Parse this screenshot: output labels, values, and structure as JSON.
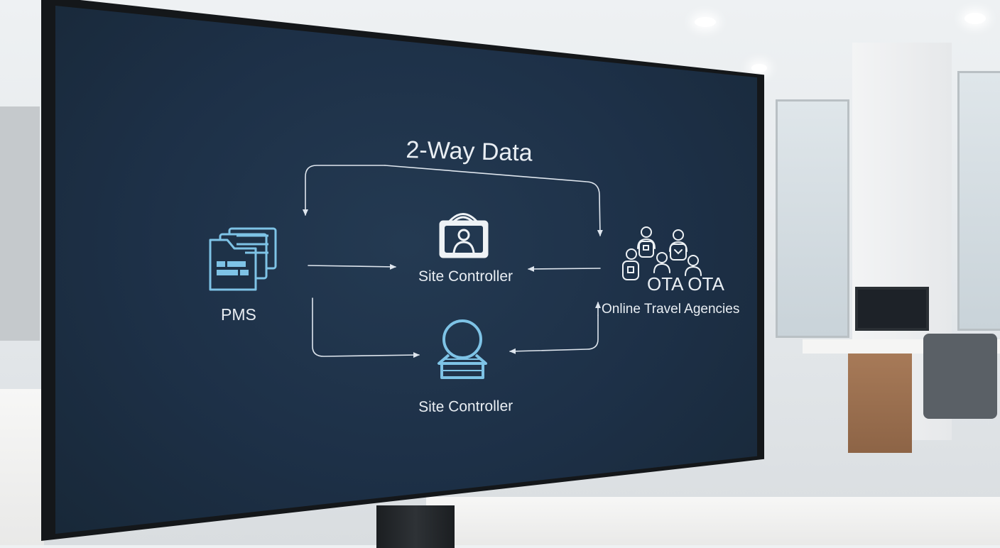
{
  "diagram": {
    "title": "2-Way Data",
    "pms_label": "PMS",
    "site_controller_top_label": "Site Controller",
    "site_controller_bottom_label": "Site Controller",
    "ota_short_label": "OTA OTA",
    "ota_full_label": "Online Travel Agencies"
  },
  "colors": {
    "screen_bg": "#1d3047",
    "line": "#dfe6ee",
    "icon_blue": "#7ec3e6",
    "icon_white": "#eef2f5"
  }
}
